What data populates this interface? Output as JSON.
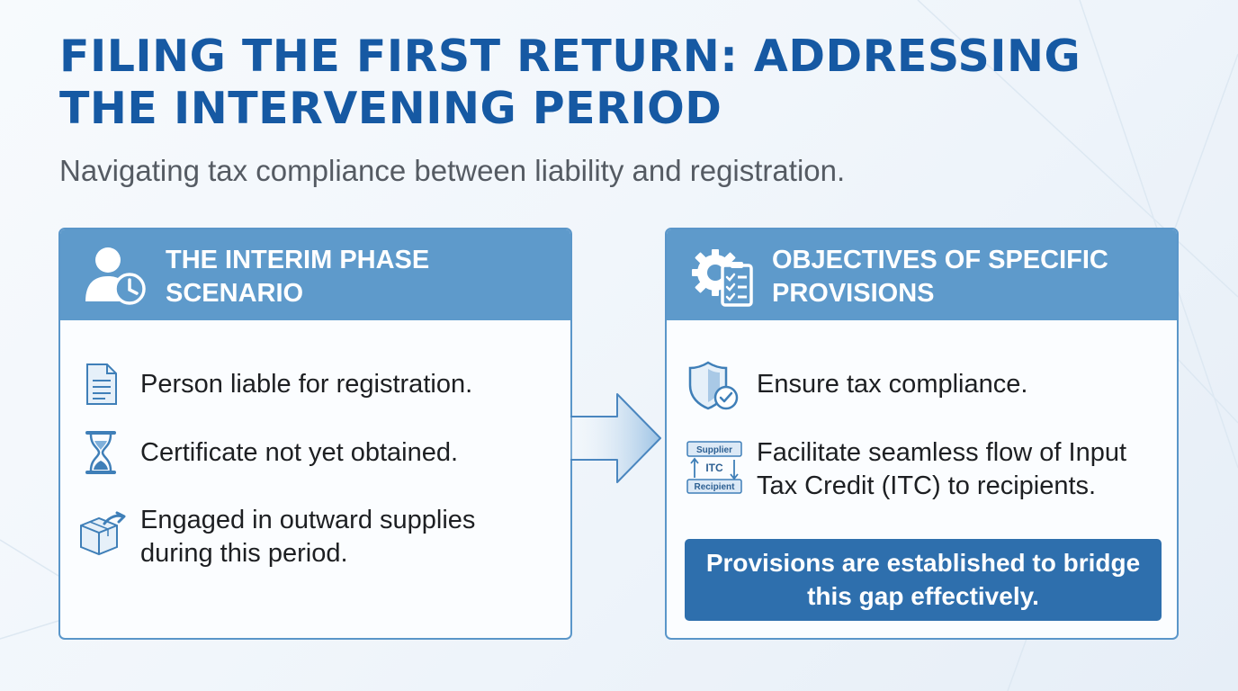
{
  "title": "FILING THE FIRST RETURN: ADDRESSING THE INTERVENING PERIOD",
  "subtitle": "Navigating tax compliance between liability and registration.",
  "left_panel": {
    "title": "THE INTERIM PHASE SCENARIO",
    "header_icon": "user-clock-icon",
    "items": [
      {
        "icon": "document-icon",
        "text": "Person liable for registration."
      },
      {
        "icon": "hourglass-icon",
        "text": "Certificate not yet obtained."
      },
      {
        "icon": "package-outward-icon",
        "text": "Engaged in outward supplies during this period."
      }
    ]
  },
  "right_panel": {
    "title": "OBJECTIVES OF SPECIFIC PROVISIONS",
    "header_icon": "gear-checklist-icon",
    "items": [
      {
        "icon": "shield-check-icon",
        "text": "Ensure tax compliance."
      },
      {
        "icon": "itc-flow-icon",
        "text": "Facilitate seamless flow of Input Tax Credit (ITC) to recipients.",
        "icon_labels": {
          "top": "Supplier",
          "middle": "ITC",
          "bottom": "Recipient"
        }
      }
    ],
    "callout": "Provisions are established to bridge this gap effectively."
  },
  "colors": {
    "title": "#1659a3",
    "panel_header": "#5e9acb",
    "panel_border": "#5a96c9",
    "callout": "#2e6fad",
    "icon_stroke": "#3f7fb8"
  }
}
